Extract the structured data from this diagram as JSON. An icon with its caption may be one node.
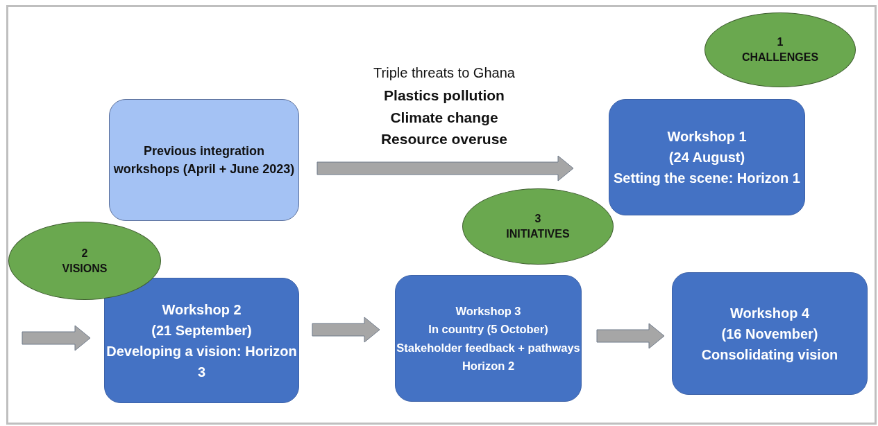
{
  "diagram": {
    "nodes": [
      {
        "text": [
          "Previous integration workshops (April + June 2023)"
        ]
      },
      {
        "text": [
          "Workshop 1",
          "(24 August)",
          "Setting the scene: Horizon 1"
        ]
      },
      {
        "text": [
          "1",
          "CHALLENGES"
        ]
      },
      {
        "text": [
          "Workshop 2",
          "(21 September)",
          "Developing a vision: Horizon 3"
        ]
      },
      {
        "text": [
          "2",
          "VISIONS"
        ]
      },
      {
        "text": [
          "Workshop 3",
          "In country (5 October)",
          "Stakeholder feedback + pathways",
          "Horizon 2"
        ]
      },
      {
        "text": [
          "3",
          "INITIATIVES"
        ]
      },
      {
        "text": [
          "Workshop 4",
          "(16 November)",
          "Consolidating vision"
        ]
      }
    ],
    "edges": [
      {
        "from": 0,
        "to": 1,
        "arrow": "to"
      },
      {
        "from": null,
        "to": 3,
        "arrow": "to"
      },
      {
        "from": 3,
        "to": 5,
        "arrow": "to"
      },
      {
        "from": 5,
        "to": 7,
        "arrow": "to"
      }
    ],
    "labels": [
      "Triple threats to Ghana",
      "Plastics pollution",
      "Climate change",
      "Resource overuse"
    ]
  }
}
